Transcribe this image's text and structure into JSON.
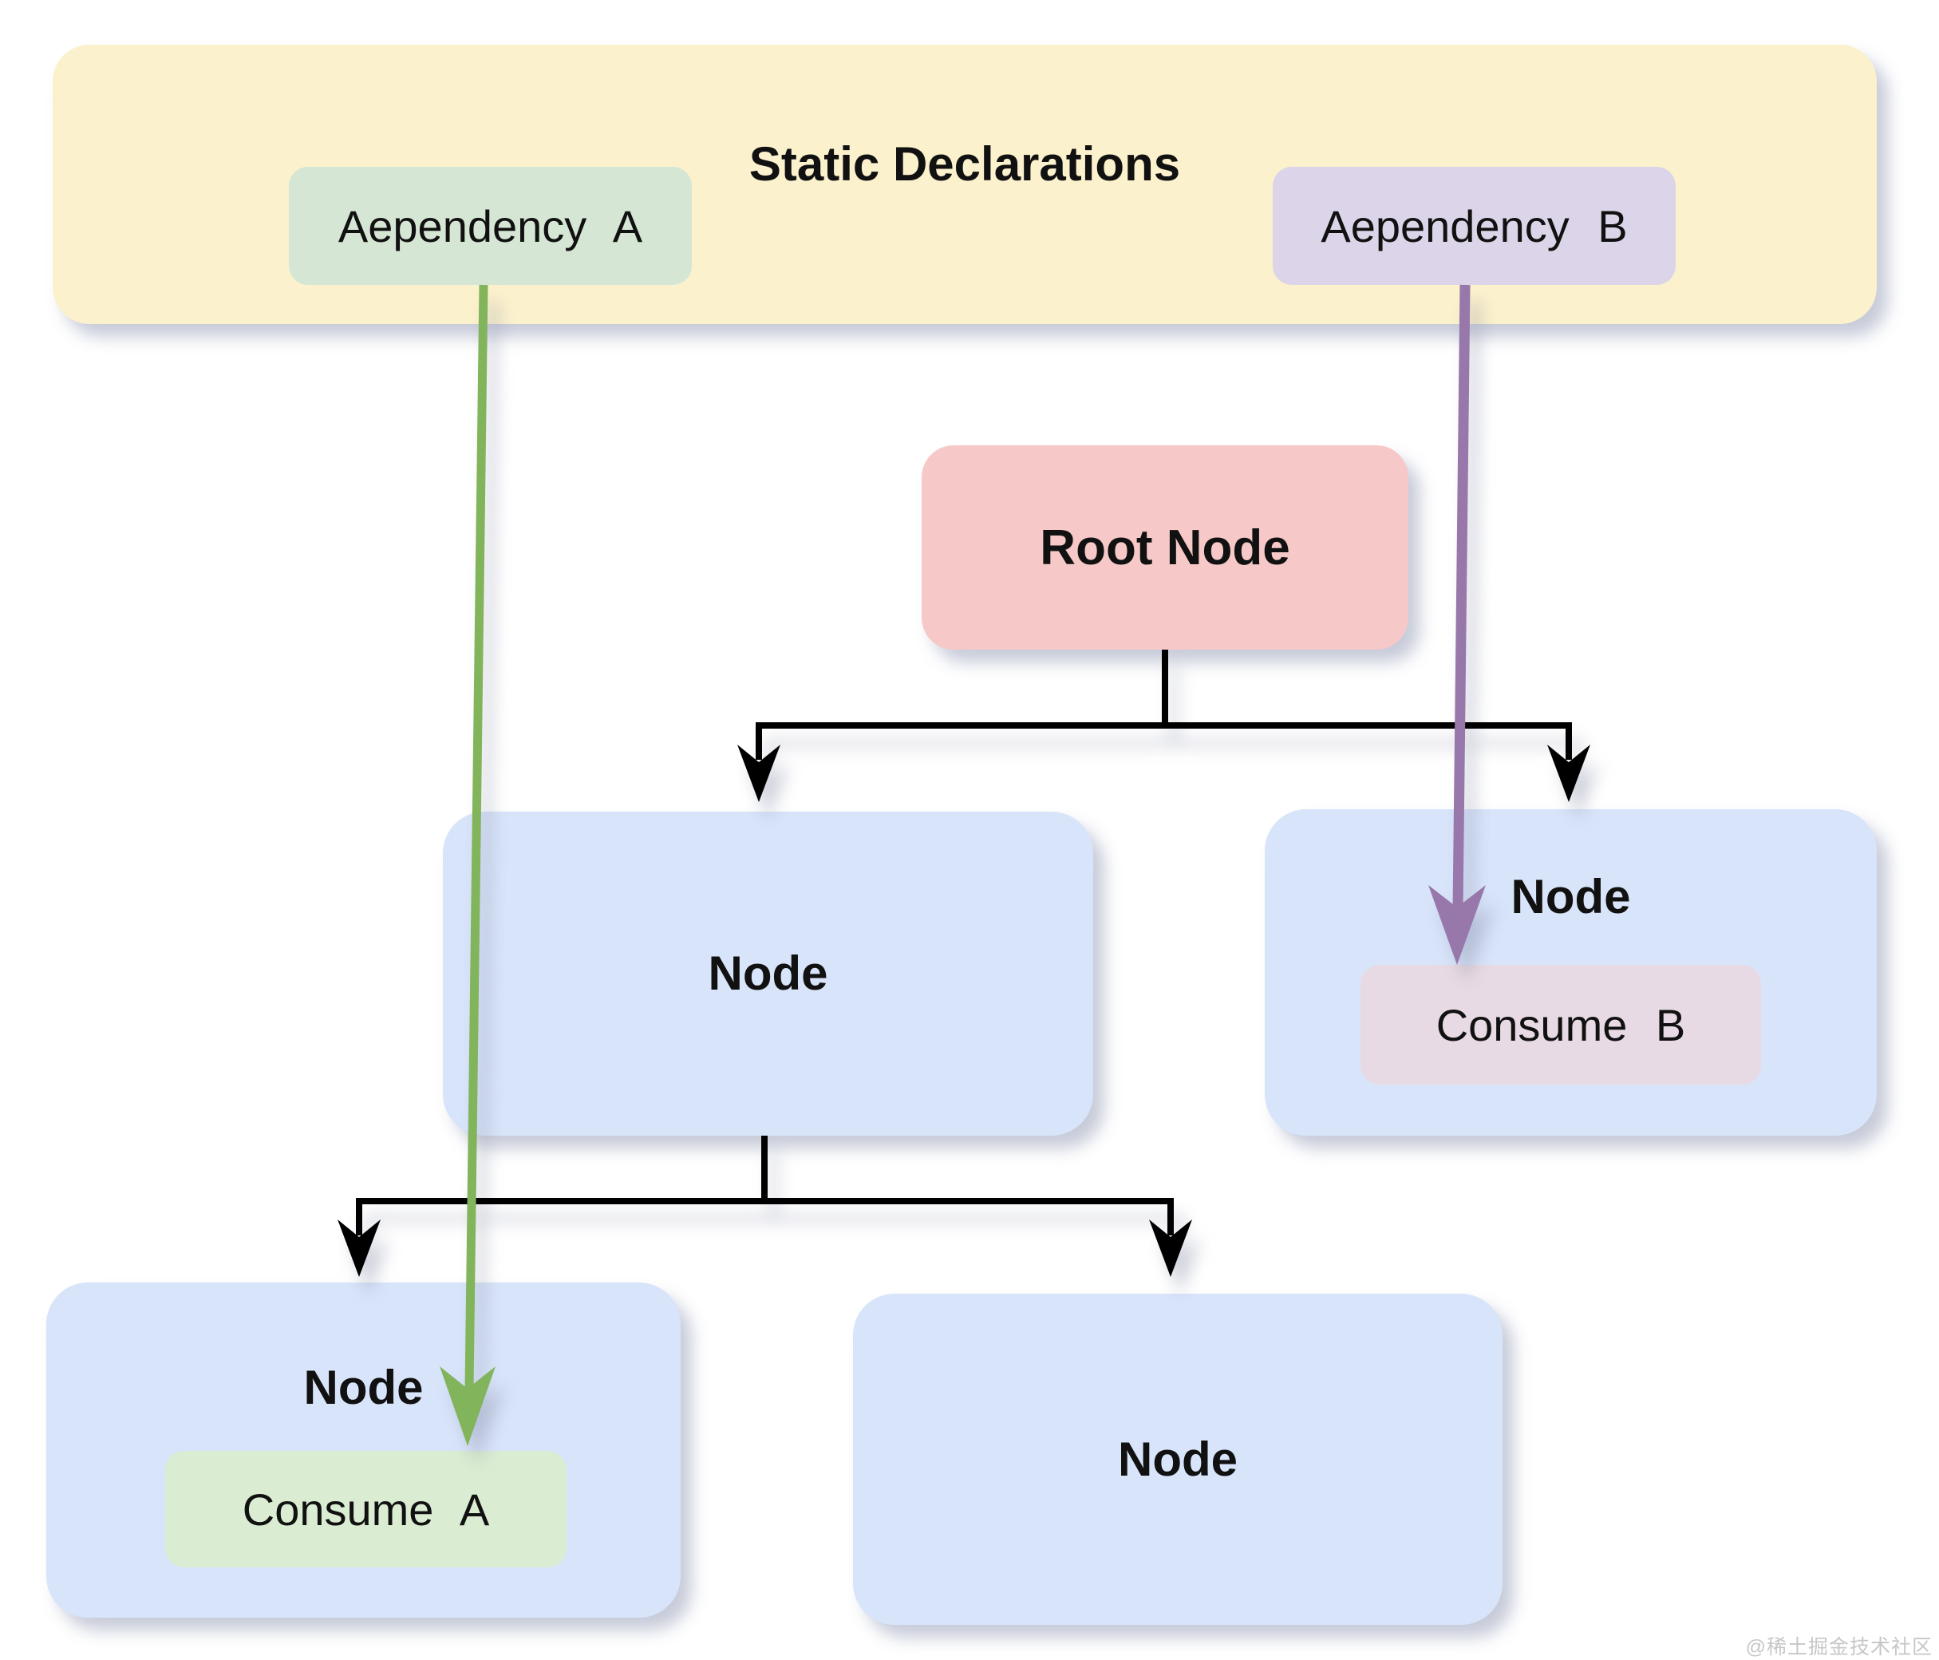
{
  "canvas": {
    "background": "#ffffff"
  },
  "container": {
    "title": "Static Declarations",
    "bg": "#fbf1cd"
  },
  "dependencies": {
    "a": {
      "label": "Aependency A",
      "bg": "#d5e6d4"
    },
    "b": {
      "label": "Aependency B",
      "bg": "#dcd4e8"
    }
  },
  "root": {
    "label": "Root Node",
    "bg": "#f7c8c8"
  },
  "nodes": {
    "middle_left": {
      "label": "Node",
      "bg": "#d8e4fa"
    },
    "right": {
      "label": "Node",
      "bg": "#d8e4fa",
      "consume": {
        "label": "Consume B",
        "bg": "#e8dae4"
      }
    },
    "bottom_left": {
      "label": "Node",
      "bg": "#d8e4fa",
      "consume": {
        "label": "Consume A",
        "bg": "#daecd2"
      }
    },
    "bottom_middle": {
      "label": "Node",
      "bg": "#d8e4fa"
    }
  },
  "colors": {
    "tree_line": "#000000",
    "arrow_a": "#82b45b",
    "arrow_b": "#9878aa",
    "watermark": "#c7c7c7"
  },
  "watermark": {
    "text": "@稀土掘金技术社区"
  }
}
